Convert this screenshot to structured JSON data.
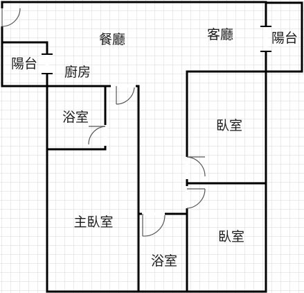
{
  "floorplan": {
    "colors": {
      "wall": "#000000",
      "grid": "#d6d6d6",
      "background": "#ffffff",
      "door_arc": "#555555"
    },
    "rooms": {
      "dining": "餐廳",
      "living": "客廳",
      "balcony_left": "陽台",
      "balcony_right": "陽台",
      "kitchen": "廚房",
      "bathroom_upper": "浴室",
      "bedroom_upper": "臥室",
      "master_bedroom": "主臥室",
      "bathroom_lower": "浴室",
      "bedroom_lower": "臥室"
    }
  }
}
